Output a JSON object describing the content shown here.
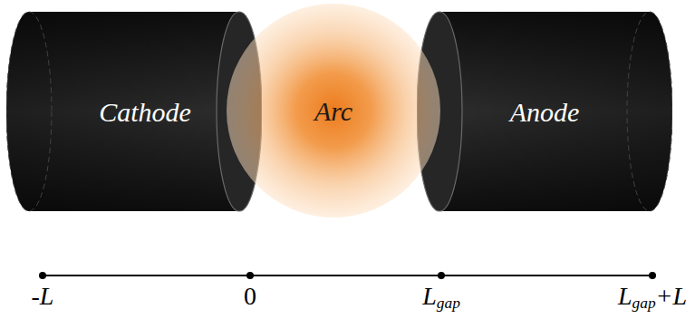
{
  "diagram": {
    "nodes": [
      {
        "text": [
          "Cathode"
        ]
      },
      {
        "text": [
          "Arc"
        ]
      },
      {
        "text": [
          "Anode"
        ]
      }
    ],
    "labels": [
      "-L",
      "0",
      "Lgap",
      "Lgap+L"
    ]
  }
}
